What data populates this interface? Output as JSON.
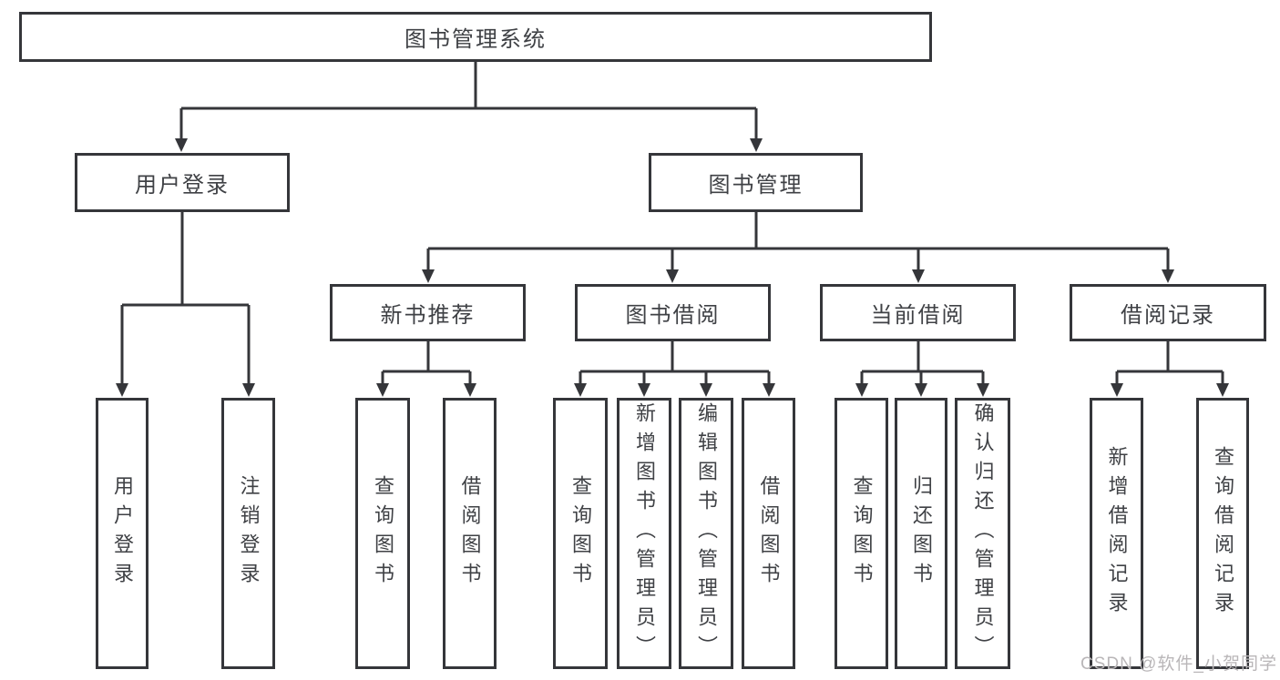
{
  "colors": {
    "line": "#35363a",
    "text": "#3f4145",
    "watermark": "#b9b6b8",
    "background": "#ffffff"
  },
  "tree": {
    "root": "图书管理系统",
    "branches": [
      {
        "label": "用户登录",
        "children": [
          "用户登录",
          "注销登录"
        ]
      },
      {
        "label": "图书管理",
        "sections": [
          {
            "label": "新书推荐",
            "children": [
              "查询图书",
              "借阅图书"
            ]
          },
          {
            "label": "图书借阅",
            "children": [
              "查询图书",
              "新增图书（管理员）",
              "编辑图书（管理员）",
              "借阅图书"
            ]
          },
          {
            "label": "当前借阅",
            "children": [
              "查询图书",
              "归还图书",
              "确认归还（管理员）"
            ]
          },
          {
            "label": "借阅记录",
            "children": [
              "新增借阅记录",
              "查询借阅记录"
            ]
          }
        ]
      }
    ]
  },
  "watermark": {
    "text": "CSDN @软件_小贺同学"
  }
}
